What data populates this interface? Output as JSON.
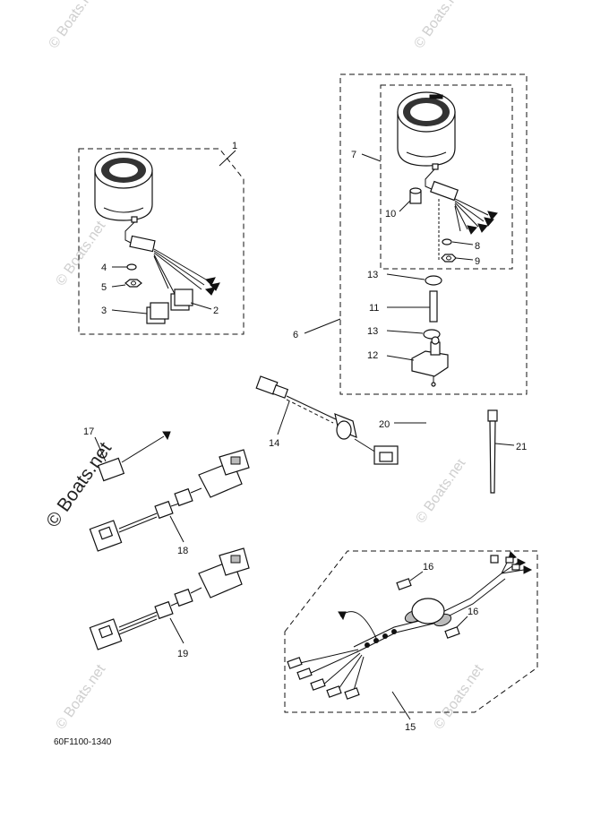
{
  "watermark": {
    "text": "© Boats.net",
    "main_text": "© Boats.net"
  },
  "diagram_code": "60F1100-1340",
  "callouts": {
    "c1": "1",
    "c2": "2",
    "c3": "3",
    "c4": "4",
    "c5": "5",
    "c6": "6",
    "c7": "7",
    "c8": "8",
    "c9": "9",
    "c10": "10",
    "c11": "11",
    "c12": "12",
    "c13a": "13",
    "c13b": "13",
    "c14": "14",
    "c15": "15",
    "c16a": "16",
    "c16b": "16",
    "c17": "17",
    "c18": "18",
    "c19": "19",
    "c20": "20",
    "c21": "21"
  }
}
